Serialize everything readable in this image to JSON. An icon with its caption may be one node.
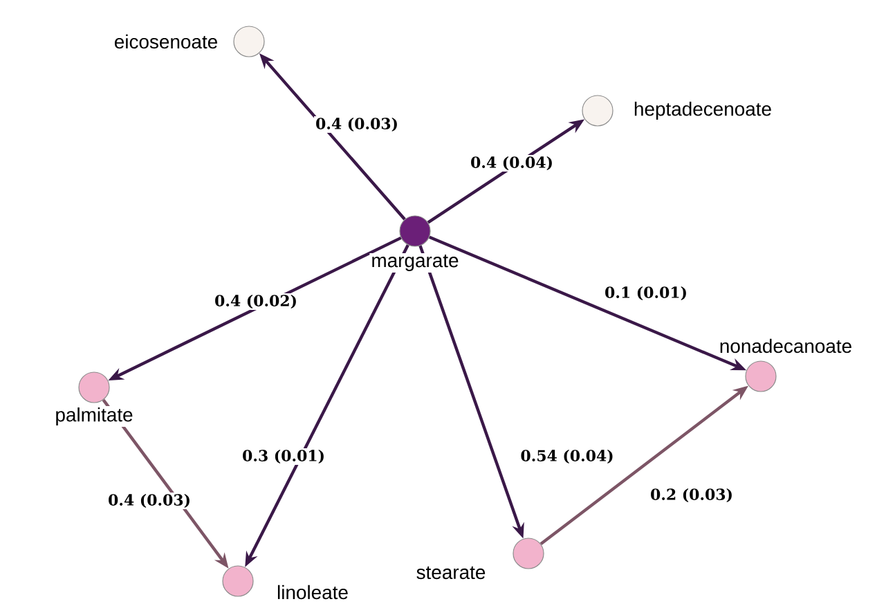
{
  "diagram": {
    "nodes": [
      {
        "text": [
          "margarate"
        ]
      },
      {
        "text": [
          "eicosenoate"
        ]
      },
      {
        "text": [
          "heptadecenoate"
        ]
      },
      {
        "text": [
          "palmitate"
        ]
      },
      {
        "text": [
          "linoleate"
        ]
      },
      {
        "text": [
          "stearate"
        ]
      },
      {
        "text": [
          "nonadecanoate"
        ]
      }
    ],
    "edges": [
      {
        "from": 0,
        "to": 1,
        "arrow": "to",
        "label": "0.4 (0.03)"
      },
      {
        "from": 0,
        "to": 2,
        "arrow": "to",
        "label": "0.4 (0.04)"
      },
      {
        "from": 0,
        "to": 3,
        "arrow": "to",
        "label": "0.4 (0.02)"
      },
      {
        "from": 0,
        "to": 4,
        "arrow": "to",
        "label": "0.3 (0.01)"
      },
      {
        "from": 0,
        "to": 5,
        "arrow": "to",
        "label": "0.54 (0.04)"
      },
      {
        "from": 0,
        "to": 6,
        "arrow": "to",
        "label": "0.1 (0.01)"
      },
      {
        "from": 3,
        "to": 4,
        "arrow": "to",
        "label": "0.4 (0.03)",
        "color": "#7d5566"
      },
      {
        "from": 5,
        "to": 6,
        "arrow": "to",
        "label": "0.2 (0.03)",
        "color": "#7d5566"
      }
    ]
  }
}
